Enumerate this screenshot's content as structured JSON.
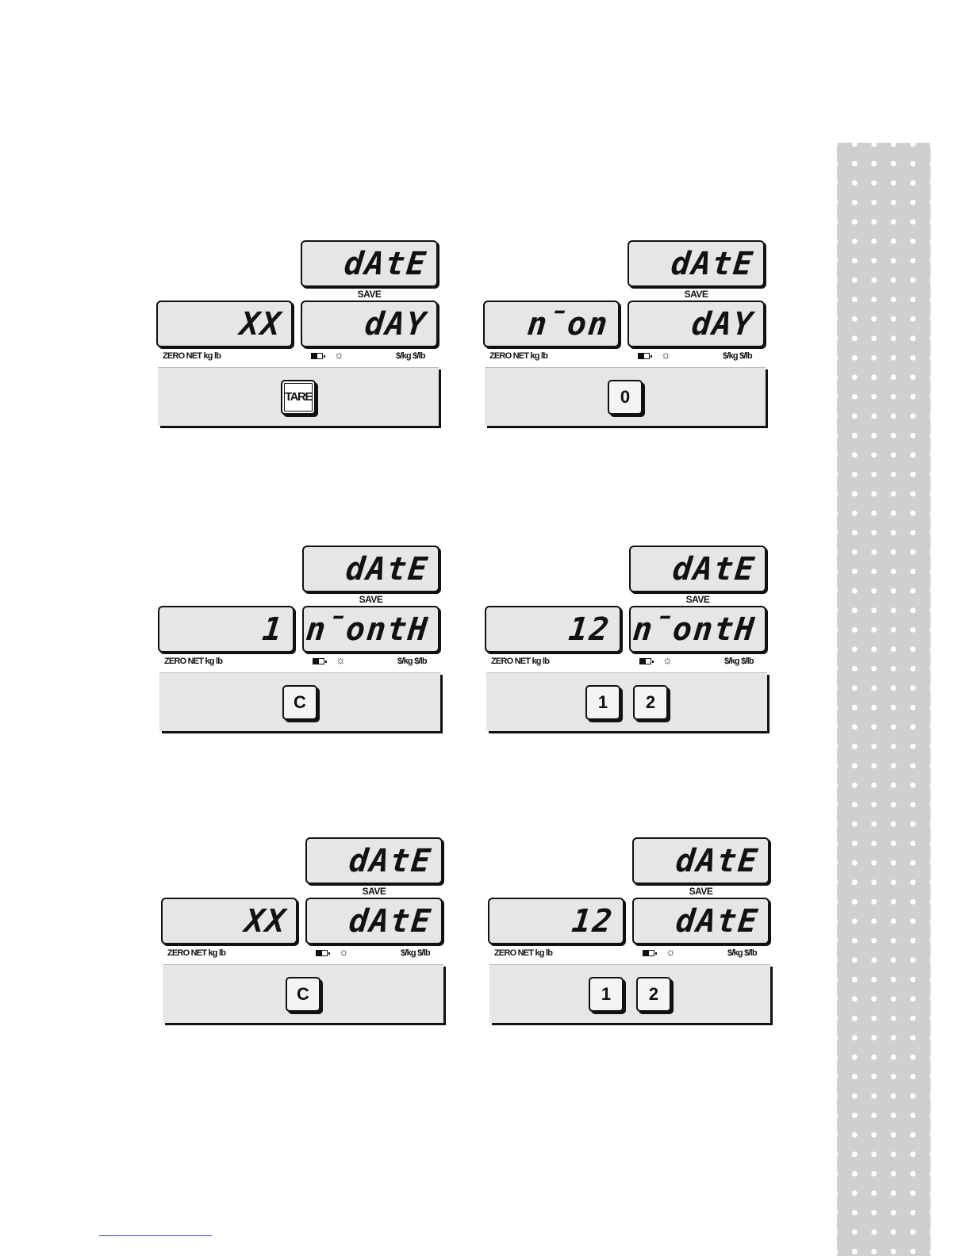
{
  "panels": [
    {
      "top_display": "dAtE",
      "save_label": "SAVE",
      "left_display": "XX",
      "mid_display": "dAY",
      "indicators_left": "ZERO NET  kg   lb",
      "indicators_right": "$/kg  $/lb",
      "keys": [
        "TARE"
      ]
    },
    {
      "top_display": "dAtE",
      "save_label": "SAVE",
      "left_display": "n̄on",
      "mid_display": "dAY",
      "indicators_left": "ZERO NET  kg   lb",
      "indicators_right": "$/kg  $/lb",
      "keys": [
        "0"
      ]
    },
    {
      "top_display": "dAtE",
      "save_label": "SAVE",
      "left_display": "1",
      "mid_display": "n̄ontH",
      "indicators_left": "ZERO NET  kg   lb",
      "indicators_right": "$/kg  $/lb",
      "keys": [
        "C"
      ]
    },
    {
      "top_display": "dAtE",
      "save_label": "SAVE",
      "left_display": "12",
      "mid_display": "n̄ontH",
      "indicators_left": "ZERO NET  kg   lb",
      "indicators_right": "$/kg  $/lb",
      "keys": [
        "1",
        "2"
      ]
    },
    {
      "top_display": "dAtE",
      "save_label": "SAVE",
      "left_display": "XX",
      "mid_display": "dAtE",
      "indicators_left": "ZERO NET  kg   lb",
      "indicators_right": "$/kg  $/lb",
      "keys": [
        "C"
      ]
    },
    {
      "top_display": "dAtE",
      "save_label": "SAVE",
      "left_display": "12",
      "mid_display": "dAtE",
      "indicators_left": "ZERO NET  kg   lb",
      "indicators_right": "$/kg  $/lb",
      "keys": [
        "1",
        "2"
      ]
    }
  ],
  "icons": {
    "battery": "battery-icon",
    "sun": "sun-icon"
  }
}
